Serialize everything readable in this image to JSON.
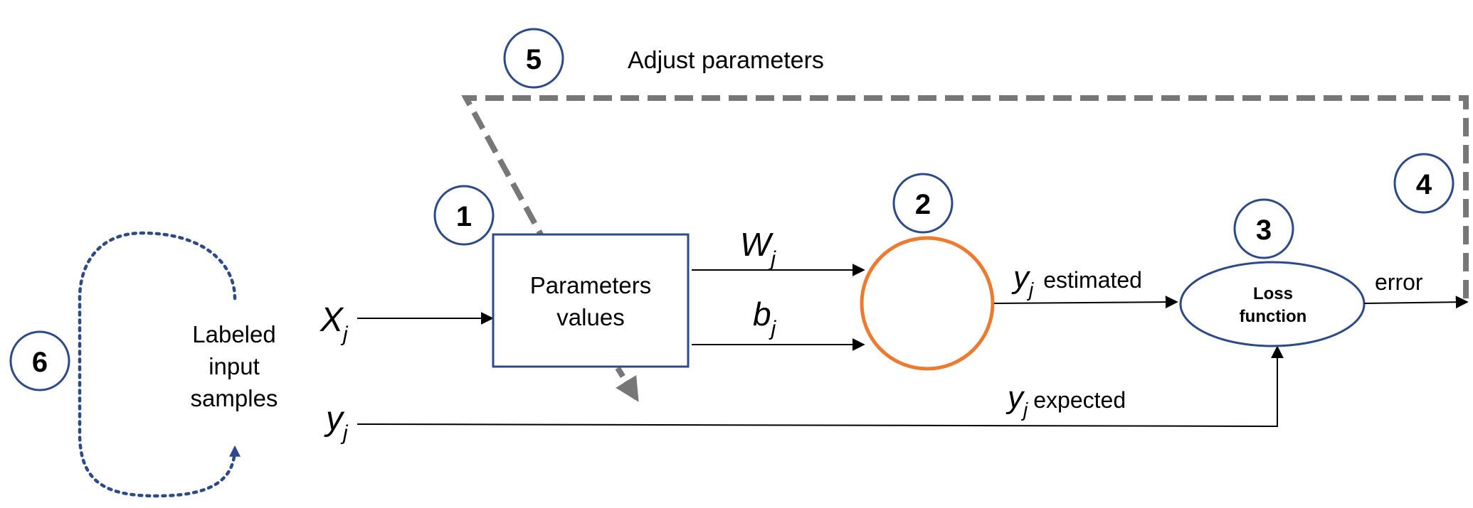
{
  "steps": [
    "1",
    "2",
    "3",
    "4",
    "5",
    "6"
  ],
  "adjust_label": "Adjust parameters",
  "input_label": [
    "Labeled",
    "input",
    "samples"
  ],
  "params_box": [
    "Parameters",
    "values"
  ],
  "loss_box": [
    "Loss",
    "function"
  ],
  "x_var": {
    "base": "X",
    "sub": "j"
  },
  "y_var": {
    "base": "y",
    "sub": "j"
  },
  "w_var": {
    "base": "W",
    "sub": "j"
  },
  "b_var": {
    "base": "b",
    "sub": "j"
  },
  "estimated": {
    "base": "y",
    "sub": "j",
    "text": "estimated"
  },
  "expected": {
    "base": "y",
    "sub": "j",
    "text": "expected"
  },
  "error_label": "error",
  "colors": {
    "step_circle": "#2b4a8b",
    "param_box": "#2b4a8b",
    "neuron": "#ef7a2e",
    "feedback": "#777777",
    "cycle": "#2b4a8b",
    "line": "#000000"
  }
}
